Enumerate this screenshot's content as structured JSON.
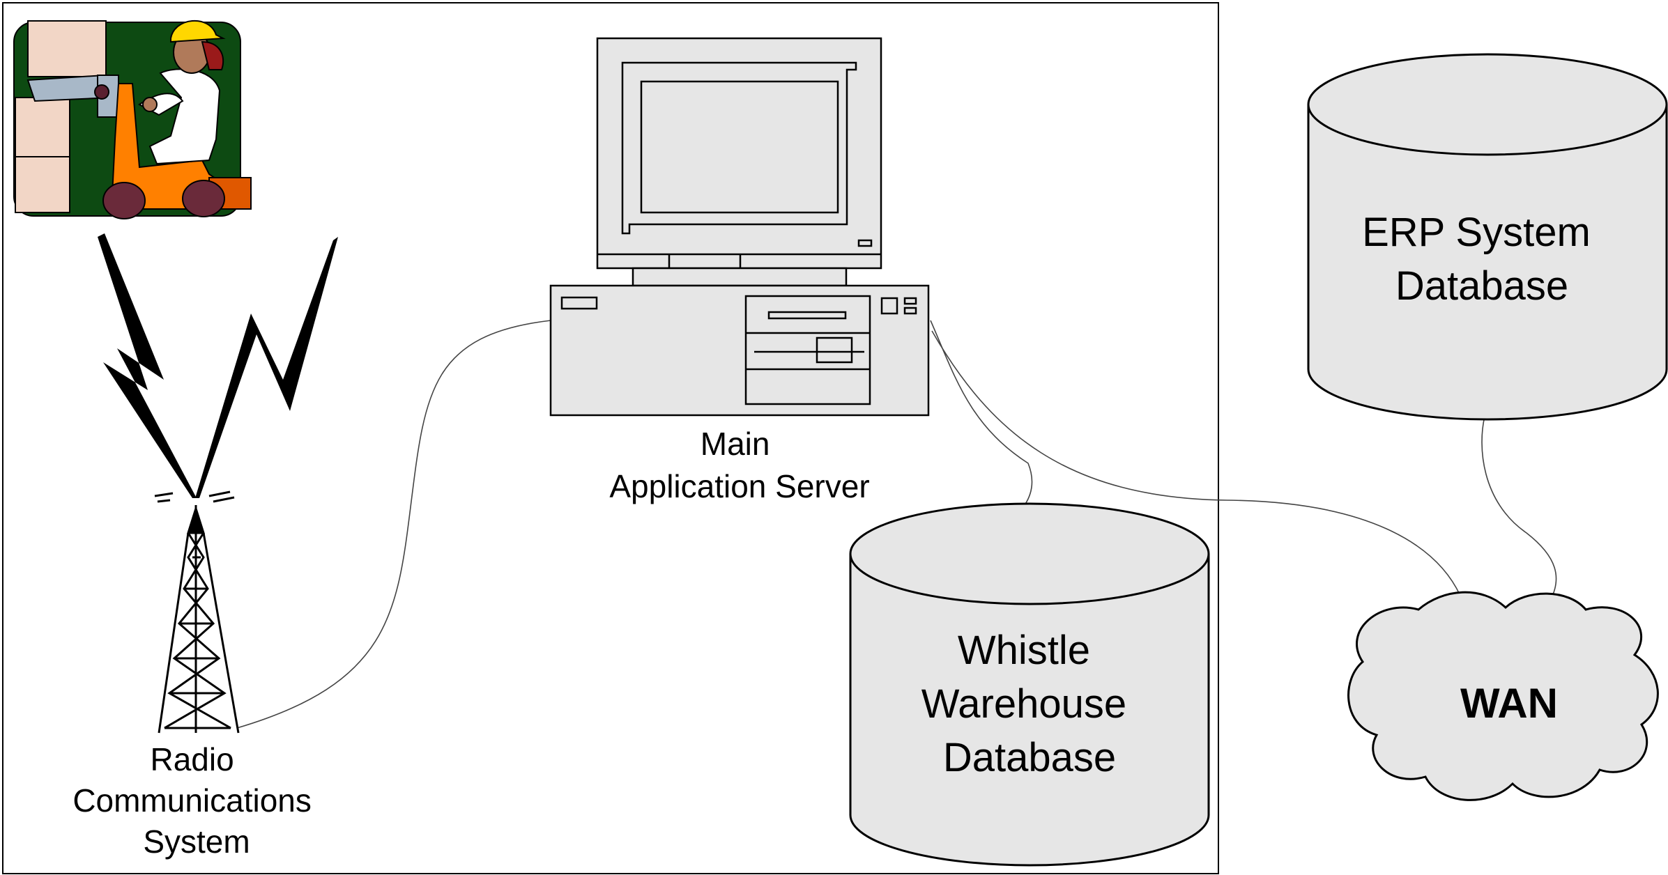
{
  "nodes": {
    "server": {
      "label_lines": [
        "Main",
        "Application Server"
      ]
    },
    "radio": {
      "label_lines": [
        "Radio",
        "Communications",
        "System"
      ]
    },
    "whistle_db": {
      "label_lines": [
        "Whistle",
        "Warehouse",
        "Database"
      ]
    },
    "erp_db": {
      "label_lines": [
        "ERP System",
        "Database"
      ]
    },
    "wan": {
      "label": "WAN"
    }
  },
  "colors": {
    "shape_fill": "#e6e6e6",
    "forklift_background": "#0d4a12",
    "forklift_body": "#ff8000",
    "worker_hardhat": "#ffd700",
    "stroke": "#000000"
  },
  "icons": [
    "forklift-driver-icon",
    "lightning-bolt-icon",
    "radio-tower-icon",
    "computer-monitor-icon",
    "server-case-icon",
    "database-cylinder-icon",
    "cloud-icon"
  ]
}
